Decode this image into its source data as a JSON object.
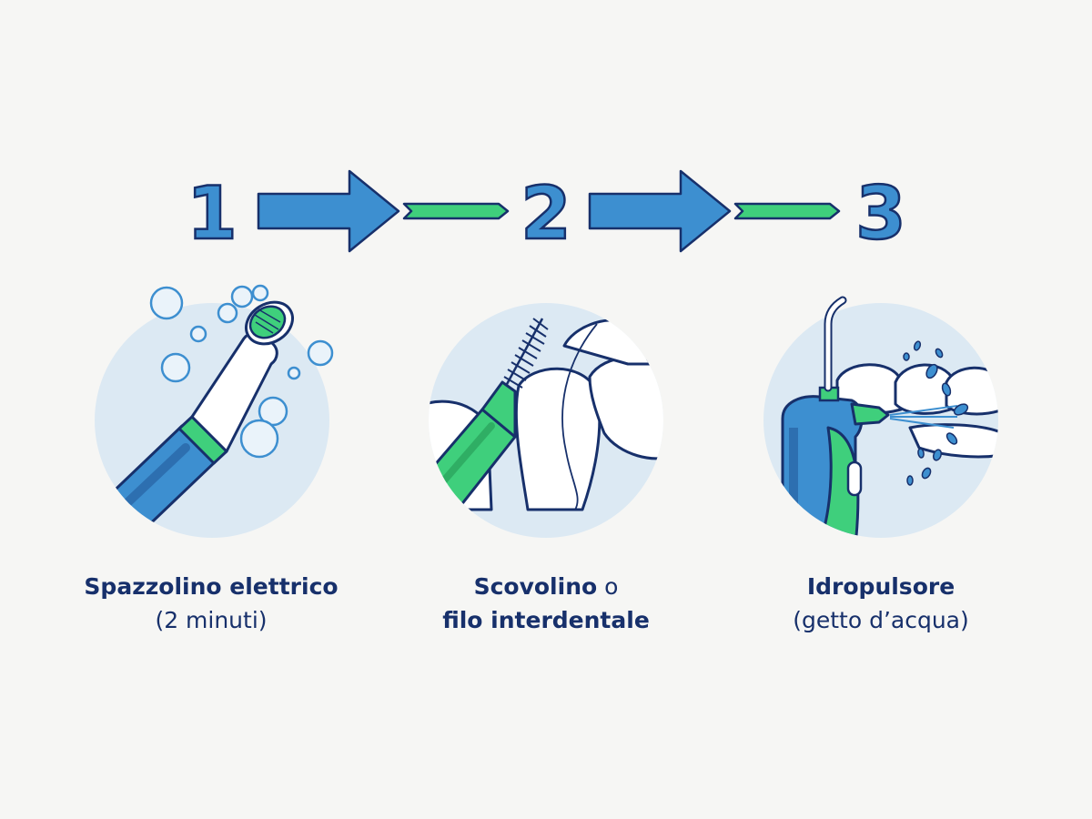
{
  "steps": [
    {
      "number": "1",
      "title": "Spazzolino elettrico",
      "subtitle": "(2 minuti)",
      "icon": "electric-toothbrush-icon"
    },
    {
      "number": "2",
      "title": "Scovolino",
      "title_suffix": " o",
      "subtitle": "filo interdentale",
      "icon": "interdental-brush-icon"
    },
    {
      "number": "3",
      "title": "Idropulsore",
      "subtitle": "(getto d’acqua)",
      "icon": "water-flosser-icon"
    }
  ],
  "colors": {
    "primary_blue": "#3d8fd0",
    "dark_navy": "#17306b",
    "accent_green": "#3fcf7c",
    "circle_fill": "#dce9f3",
    "background": "#f6f6f4"
  }
}
